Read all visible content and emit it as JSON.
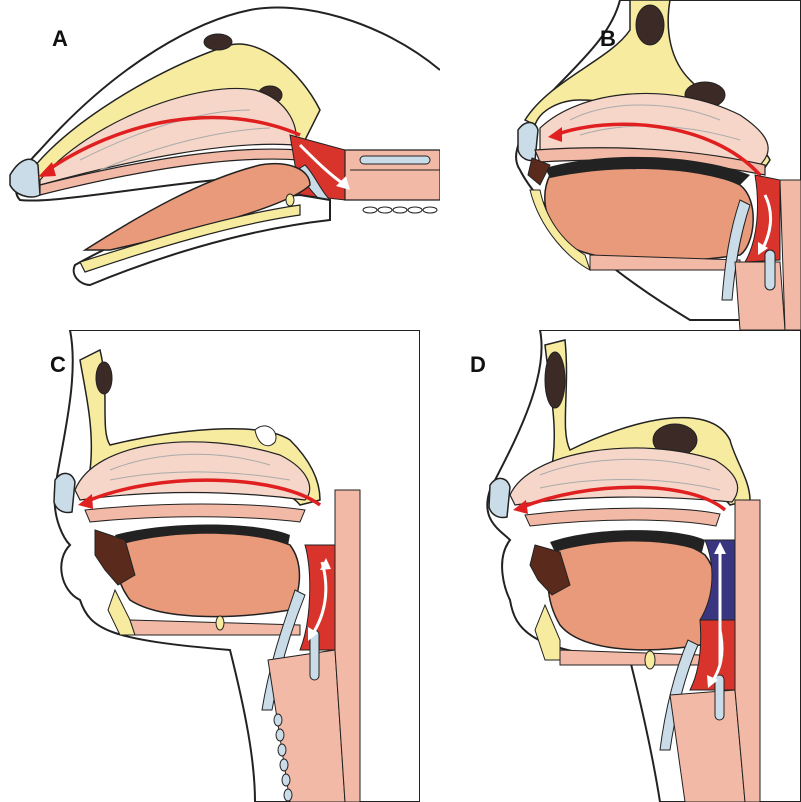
{
  "colors": {
    "bone": "#f7eba0",
    "nasal_cavity": "#f5d6c8",
    "tongue": "#e89a7a",
    "soft_tissue": "#f2b9a6",
    "cartilage": "#c9dce8",
    "pharynx_red": "#d9342b",
    "pharynx_blue": "#3a3580",
    "teeth": "#5a2a1c",
    "sinus": "#3b2a26",
    "arrow_red": "#e02020",
    "arrow_white": "#ffffff",
    "outline": "#222222"
  },
  "panels": [
    {
      "label": "A",
      "icon": "canine-airway-diagram"
    },
    {
      "label": "B",
      "icon": "chimpanzee-airway-diagram"
    },
    {
      "label": "C",
      "icon": "infant-airway-diagram"
    },
    {
      "label": "D",
      "icon": "adult-human-airway-diagram"
    }
  ]
}
